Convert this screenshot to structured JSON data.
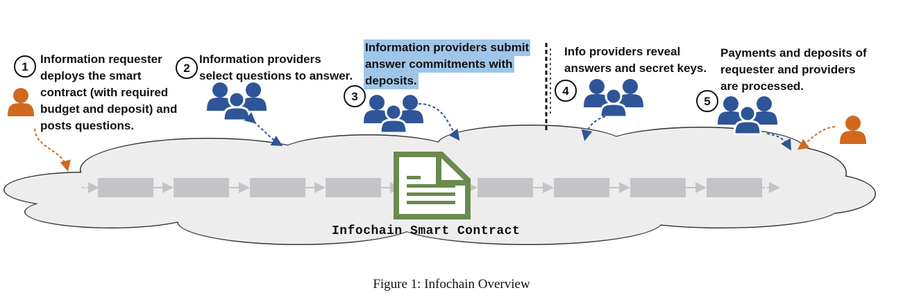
{
  "steps": [
    {
      "number": "1",
      "lines": [
        "Information requester",
        "deploys the smart",
        "contract (with required",
        "budget and deposit) and",
        "posts questions."
      ]
    },
    {
      "number": "2",
      "lines": [
        "Information providers",
        "select questions to answer."
      ]
    },
    {
      "number": "3",
      "lines": [
        "Information providers submit",
        "answer commitments with",
        "deposits."
      ]
    },
    {
      "number": "4",
      "lines": [
        "Info providers reveal",
        "answers and secret keys."
      ]
    },
    {
      "number": "5",
      "lines": [
        "Payments and deposits of",
        "requester and providers",
        "are processed."
      ]
    }
  ],
  "contract_label": "Infochain Smart Contract",
  "caption": "Figure 1: Infochain Overview",
  "colors": {
    "requester": "#d0691e",
    "provider": "#2e5597",
    "contract": "#6b8a4e",
    "block": "#c4c4c8",
    "highlight": "#9fc5e8",
    "cloud_fill": "#ededed",
    "cloud_stroke": "#333333"
  },
  "icons": [
    "person-icon",
    "people-group-icon",
    "document-icon"
  ]
}
